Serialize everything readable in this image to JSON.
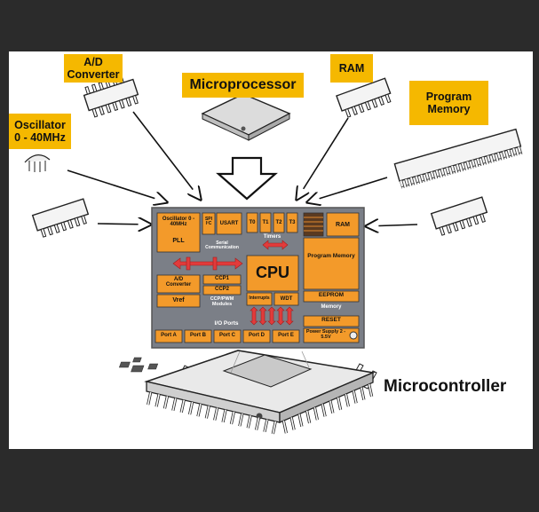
{
  "callouts": {
    "ad_converter": "A/D Converter",
    "microprocessor": "Microprocessor",
    "ram": "RAM",
    "program_memory": "Program Memory",
    "oscillator": "Oscillator 0 - 40MHz"
  },
  "chip": {
    "oscillator": "Oscillator 0 - 40MHz",
    "pll": "PLL",
    "spi": "SPI I²C",
    "usart": "USART",
    "serial_comm": "Serial Communication",
    "t0": "T0",
    "t1": "T1",
    "t2": "T2",
    "t3": "T3",
    "timers": "Timers",
    "ram": "RAM",
    "program_memory": "Program Memory",
    "eeprom": "EEPROM",
    "memory": "Memory",
    "cpu": "CPU",
    "interrupts": "Interrupts",
    "wdt": "WDT",
    "ad_converter": "A/D Converter",
    "vref": "Vref",
    "ccp1": "CCP1",
    "ccp2": "CCP2",
    "ccp_pwm": "CCP/PWM Modules",
    "reset": "RESET",
    "power_supply": "Power Supply 2 - 5.5V",
    "io_ports": "I/O Ports",
    "port_a": "Port A",
    "port_b": "Port B",
    "port_c": "Port C",
    "port_d": "Port D",
    "port_e": "Port E"
  },
  "microcontroller_label": "Microcontroller",
  "colors": {
    "orange": "#f39a2a",
    "callout": "#f5b800",
    "chip_body": "#7b7f87",
    "arrow_red": "#e23b3b",
    "background": "#2b2b2b"
  }
}
